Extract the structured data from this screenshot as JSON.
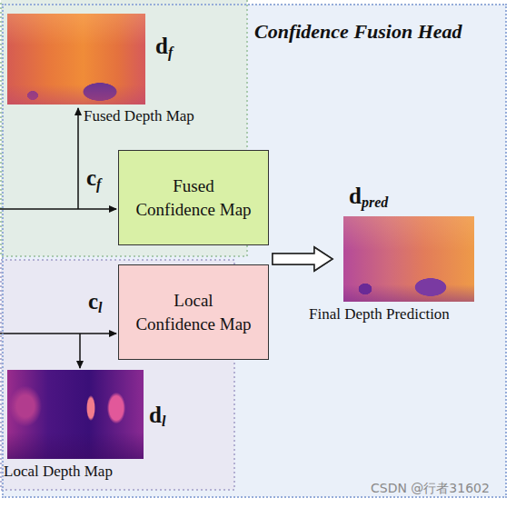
{
  "diagram": {
    "nodes": [
      {
        "text": [
          "Confidence Fusion Head"
        ]
      },
      {
        "text": [
          "df",
          "Fused Depth Map"
        ],
        "in": 0
      },
      {
        "text": [
          "Fused Confidence Map"
        ],
        "in": 0
      },
      {
        "text": [
          "Local Confidence Map"
        ],
        "in": 0
      },
      {
        "text": [
          "dl",
          "Local Depth Map"
        ],
        "in": 0
      },
      {
        "text": [
          "dpred",
          "Final Depth Prediction"
        ],
        "in": 0
      }
    ],
    "edges": [
      {
        "from": 2,
        "to": 5,
        "arrow": "to"
      },
      {
        "from": 3,
        "to": 5,
        "arrow": "to"
      }
    ],
    "labels": [
      "cf",
      "cl",
      "CSDN @行者31602"
    ]
  }
}
